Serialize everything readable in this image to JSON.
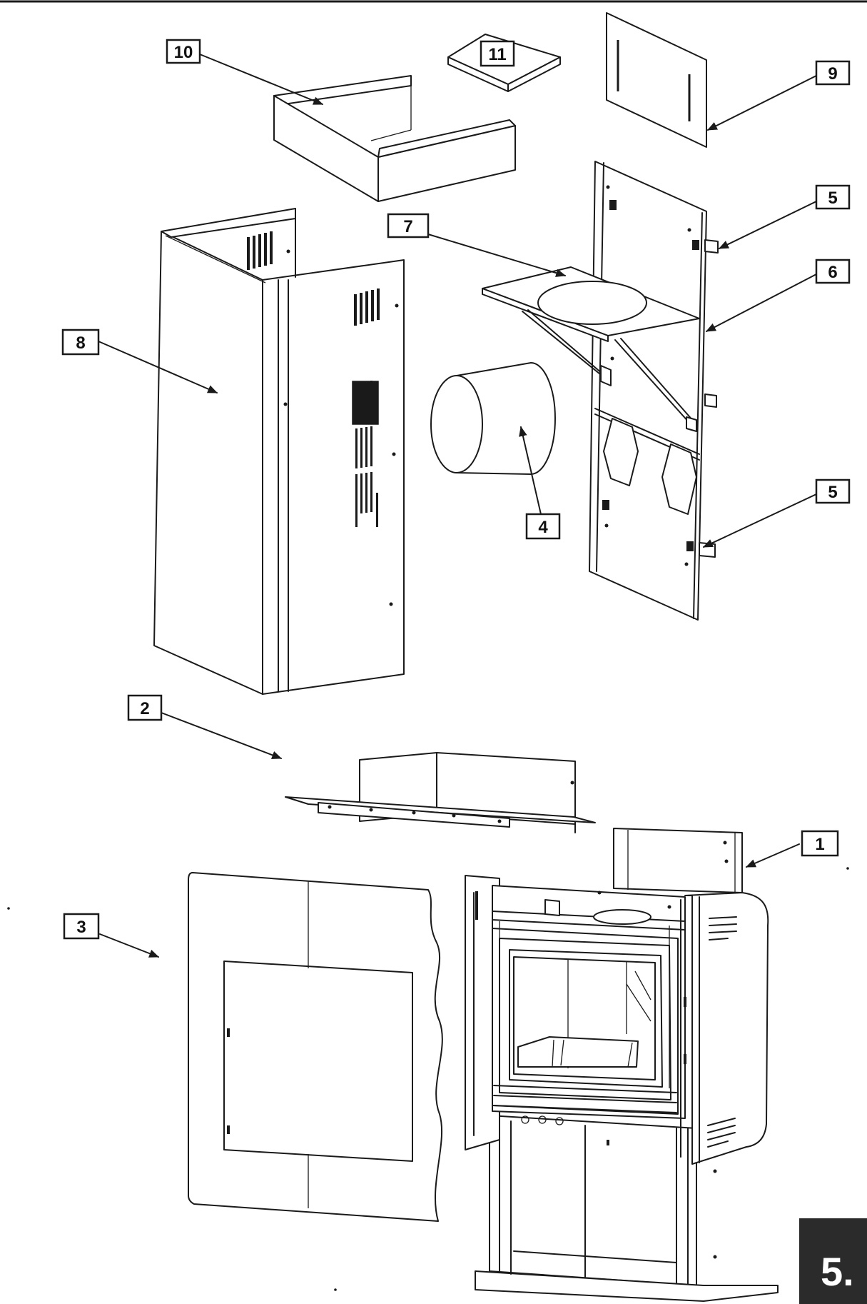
{
  "callouts": [
    {
      "id": "1",
      "label": "1"
    },
    {
      "id": "2",
      "label": "2"
    },
    {
      "id": "3",
      "label": "3"
    },
    {
      "id": "4",
      "label": "4"
    },
    {
      "id": "5a",
      "label": "5"
    },
    {
      "id": "5b",
      "label": "5"
    },
    {
      "id": "6",
      "label": "6"
    },
    {
      "id": "7",
      "label": "7"
    },
    {
      "id": "8",
      "label": "8"
    },
    {
      "id": "9",
      "label": "9"
    },
    {
      "id": "10",
      "label": "10"
    },
    {
      "id": "11",
      "label": "11"
    }
  ],
  "section_badge": {
    "text": "5.",
    "color": "#2b2b2b"
  },
  "colors": {
    "line": "#1a1a1a",
    "background": "#ffffff"
  }
}
